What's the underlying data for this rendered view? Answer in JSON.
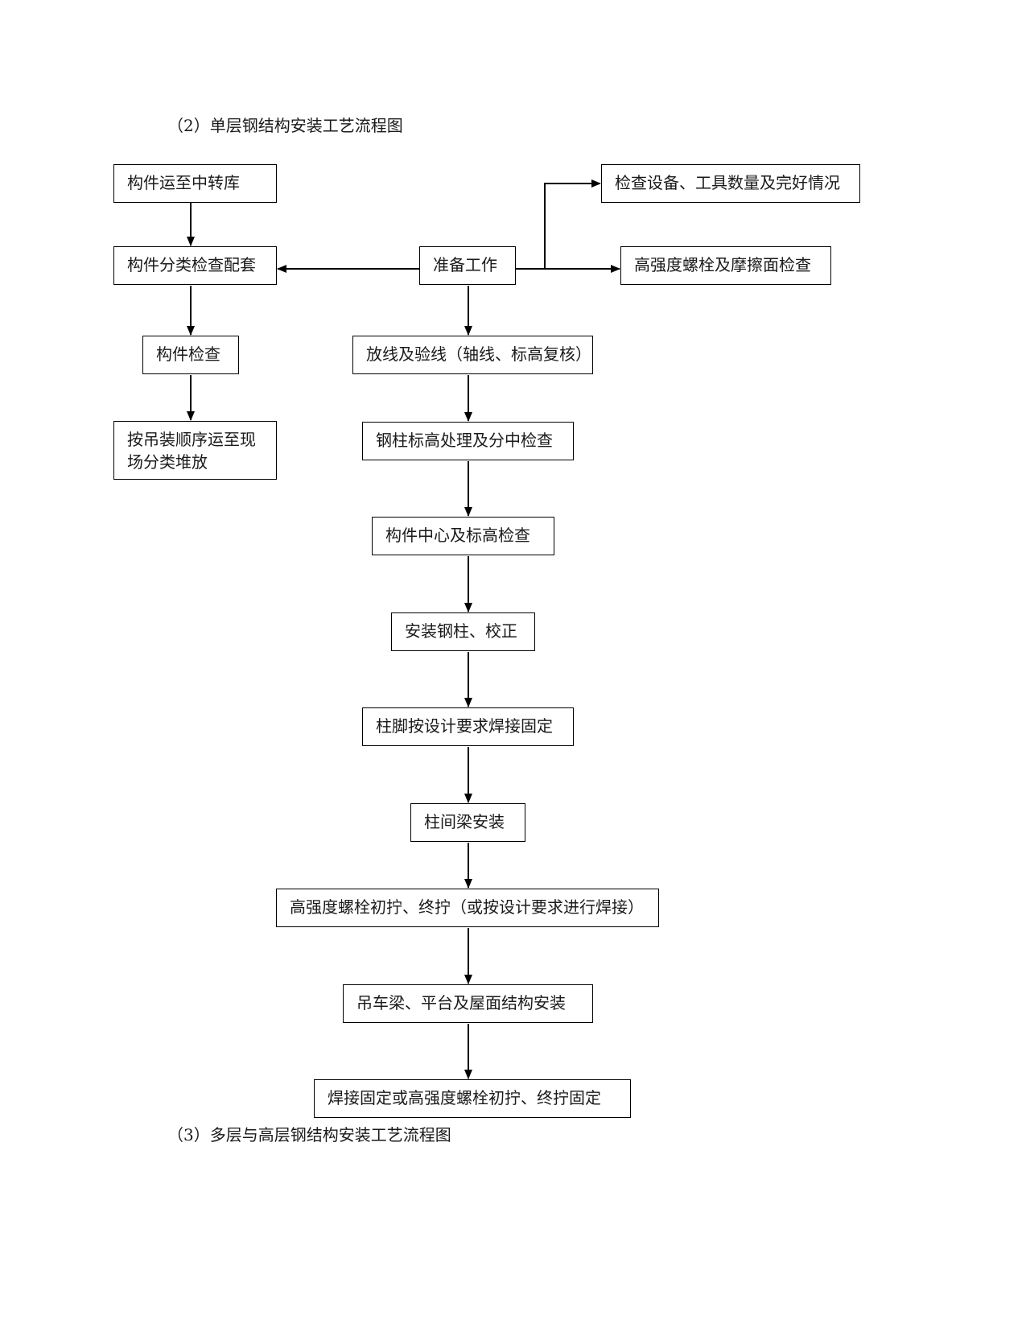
{
  "captions": {
    "single_layer": "（2）单层钢结构安装工艺流程图",
    "multi_layer": "（3）多层与高层钢结构安装工艺流程图"
  },
  "nodes": {
    "transport_to_depot": "构件运至中转库",
    "classify_inspect_match": "构件分类检查配套",
    "component_inspection": "构件检查",
    "transport_to_site": "按吊装顺序运至现场分类堆放",
    "preparation": "准备工作",
    "check_equipment_tools": "检查设备、工具数量及完好情况",
    "bolt_friction_inspection": "高强度螺栓及摩擦面检查",
    "layout_verification": "放线及验线（轴线、标高复核）",
    "column_elevation_check": "钢柱标高处理及分中检查",
    "center_elevation_check": "构件中心及标高检查",
    "install_steel_column": "安装钢柱、校正",
    "column_base_welding": "柱脚按设计要求焊接固定",
    "beam_installation": "柱间梁安装",
    "bolt_tightening": "高强度螺栓初拧、终拧（或按设计要求进行焊接）",
    "crane_beam_roof_install": "吊车梁、平台及屋面结构安装",
    "final_fixing": "焊接固定或高强度螺栓初拧、终拧固定"
  }
}
